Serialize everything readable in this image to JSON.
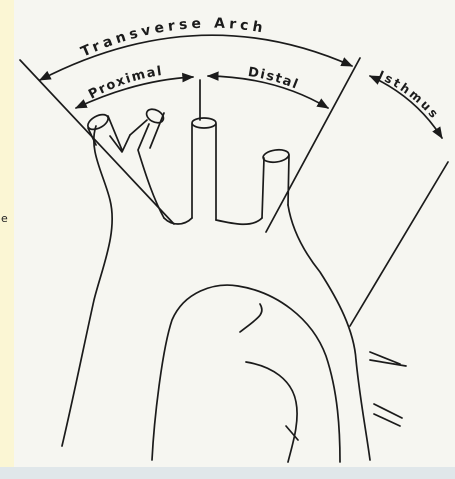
{
  "page": {
    "stray_character": "e"
  },
  "diagram": {
    "labels": {
      "transverse_arch": "Transverse Arch",
      "proximal": "Proximal",
      "distal": "Distal",
      "isthmus": "Isthmus"
    },
    "colors": {
      "ink": "#1b1b1b",
      "paper": "#f6f6f1",
      "margin": "#fbf6d4",
      "accent": "#9fae62"
    }
  }
}
